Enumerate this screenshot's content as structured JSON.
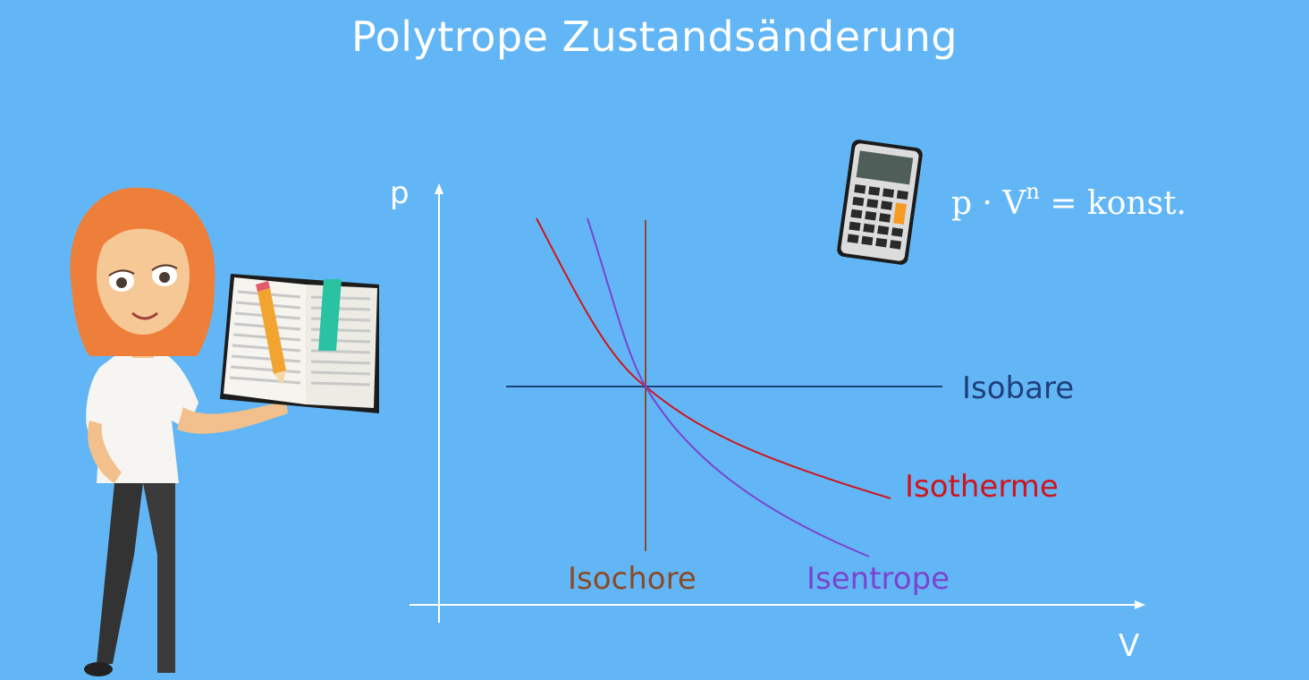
{
  "title": "Polytrope Zustandsänderung",
  "axes": {
    "y_label": "p",
    "x_label": "V"
  },
  "formula": {
    "base_p": "p",
    "dot": "·",
    "base_v": "V",
    "exponent": "n",
    "rhs": "= konst."
  },
  "curves": [
    {
      "name": "Isobare",
      "color": "#1f3f7a"
    },
    {
      "name": "Isotherme",
      "color": "#d0141b"
    },
    {
      "name": "Isochore",
      "color": "#8a4a25"
    },
    {
      "name": "Isentrope",
      "color": "#7a44cf"
    }
  ],
  "illustrations": [
    "teacher-character",
    "open-book",
    "pencil",
    "calculator-icon"
  ]
}
